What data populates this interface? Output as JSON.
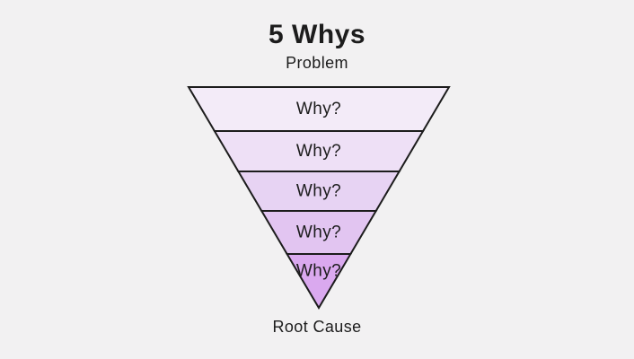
{
  "title": "5 Whys",
  "top_label": "Problem",
  "bottom_label": "Root Cause",
  "funnel": {
    "levels": [
      {
        "label": "Why?",
        "color": "#f3ebf8"
      },
      {
        "label": "Why?",
        "color": "#eee0f6"
      },
      {
        "label": "Why?",
        "color": "#e7d3f3"
      },
      {
        "label": "Why?",
        "color": "#e2c5f1"
      },
      {
        "label": "Why?",
        "color": "#daa9ef"
      }
    ],
    "stroke_color": "#1c1c1c",
    "label_color": "#1c1c1c"
  },
  "colors": {
    "background": "#f2f1f2",
    "text": "#1c1c1c"
  }
}
